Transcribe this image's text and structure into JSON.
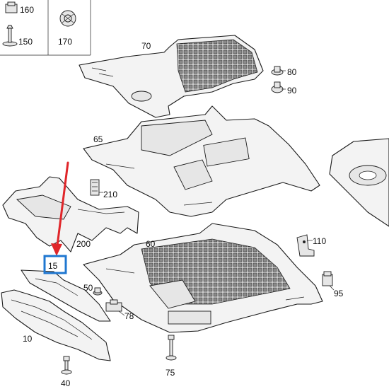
{
  "labels": {
    "p160": "160",
    "p150": "150",
    "p170": "170",
    "p70": "70",
    "p80": "80",
    "p90": "90",
    "p65": "65",
    "p210": "210",
    "p200": "200",
    "p60": "60",
    "p110": "110",
    "p15": "15",
    "p50": "50",
    "p95": "95",
    "p78": "78",
    "p10": "10",
    "p75": "75",
    "p40": "40"
  },
  "highlight": {
    "box_color": "#1f77d0",
    "arrow_color": "#e0262a"
  },
  "icons": [
    "clip-icon",
    "screw-icon",
    "push-rivet-icon",
    "nut-icon",
    "bracket-icon",
    "bolt-icon"
  ]
}
